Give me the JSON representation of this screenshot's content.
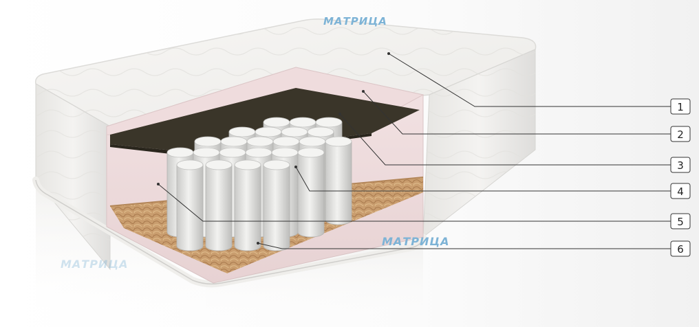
{
  "watermark": {
    "text": "МАТРИЦА",
    "color": "#7db3d6"
  },
  "callouts": [
    {
      "number": "1",
      "layer": "quilted-cover"
    },
    {
      "number": "2",
      "layer": "foam-layer"
    },
    {
      "number": "3",
      "layer": "coconut-coir-layer"
    },
    {
      "number": "4",
      "layer": "pocket-springs"
    },
    {
      "number": "5",
      "layer": "foam-side-frame"
    },
    {
      "number": "6",
      "layer": "fiber-base-layer"
    }
  ],
  "colors": {
    "cover": "#f3f2ef",
    "foam": "#ecd9da",
    "coir": "#3a3529",
    "spring": "#e4e4e2",
    "base": "#c79a6b"
  }
}
